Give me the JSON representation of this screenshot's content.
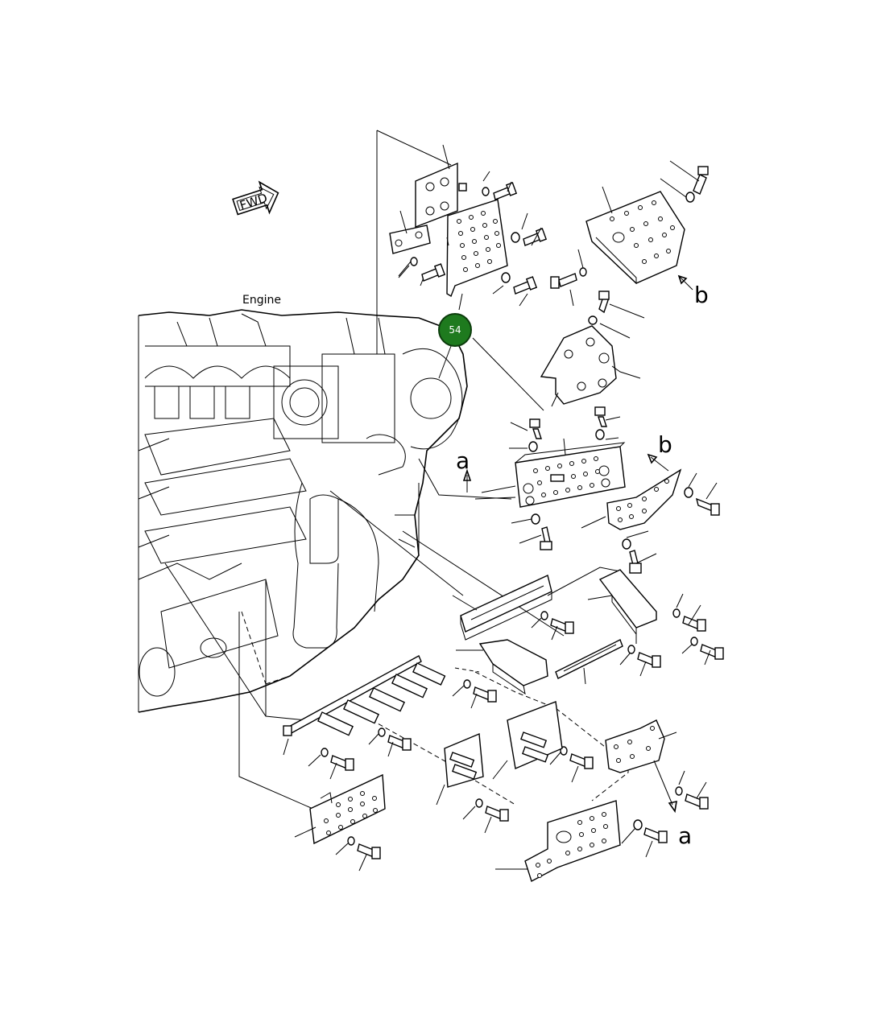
{
  "labels": {
    "fwd": "FWD",
    "engine": "Engine",
    "a": "a",
    "b": "b"
  },
  "callout": {
    "number": "54",
    "color": "#1e7a1e",
    "stroke": "#0d3d0d"
  },
  "icons": {
    "fwd_arrow": "fwd-arrow-icon"
  }
}
